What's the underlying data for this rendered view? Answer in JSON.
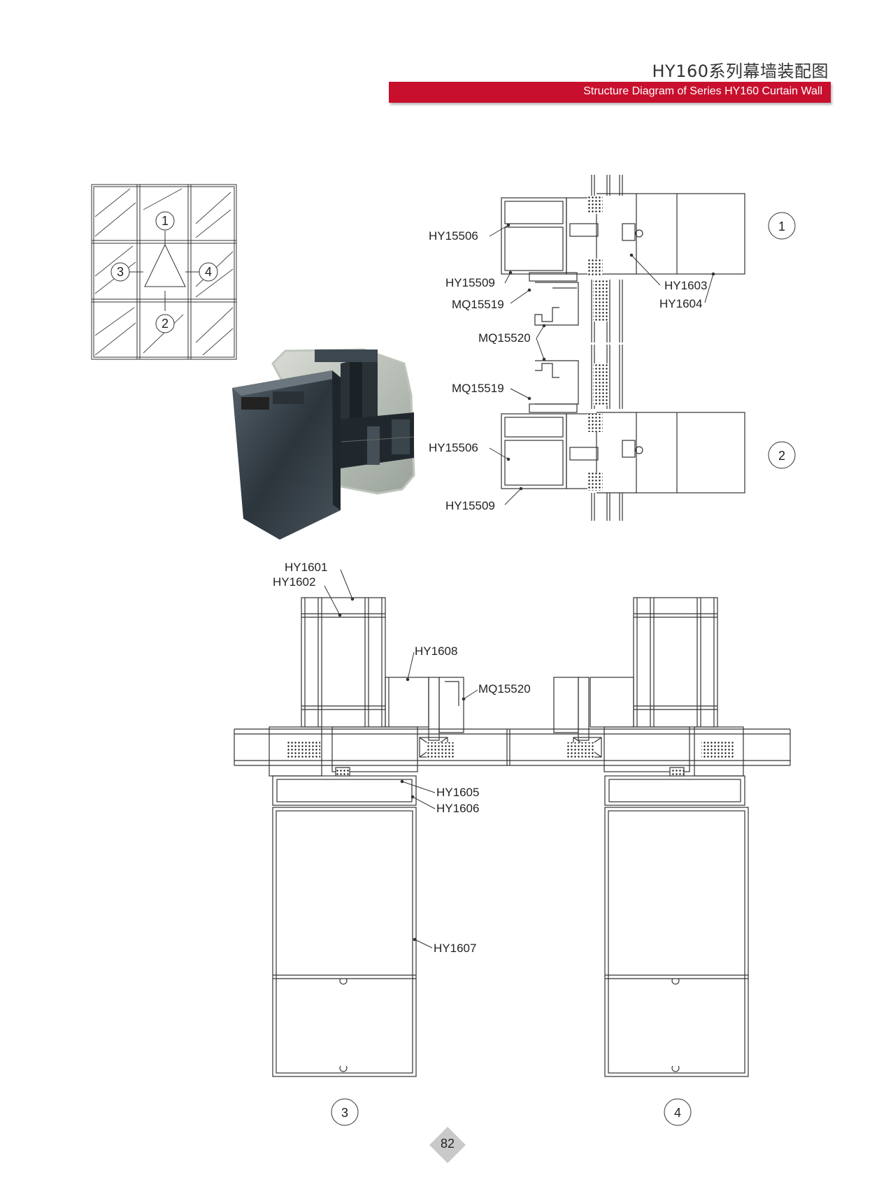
{
  "header": {
    "title_cn": "HY160系列幕墙装配图",
    "title_en": "Structure Diagram of Series HY160 Curtain Wall"
  },
  "callouts": {
    "c1": "1",
    "c2": "2",
    "c3": "3",
    "c4": "4"
  },
  "labels": {
    "hy15506_top": "HY15506",
    "hy15509_top": "HY15509",
    "mq15519_top": "MQ15519",
    "mq15520_mid": "MQ15520",
    "mq15519_bottom": "MQ15519",
    "hy15506_bottom": "HY15506",
    "hy15509_bottom": "HY15509",
    "hy1603": "HY1603",
    "hy1604": "HY1604",
    "hy1601": "HY1601",
    "hy1602": "HY1602",
    "hy1608": "HY1608",
    "mq15520_plan": "MQ15520",
    "hy1605": "HY1605",
    "hy1606": "HY1606",
    "hy1607": "HY1607"
  },
  "footer": {
    "page_number": "82"
  },
  "colors": {
    "accent": "#c8102e",
    "profile": "#3a4650",
    "line": "#333333"
  }
}
